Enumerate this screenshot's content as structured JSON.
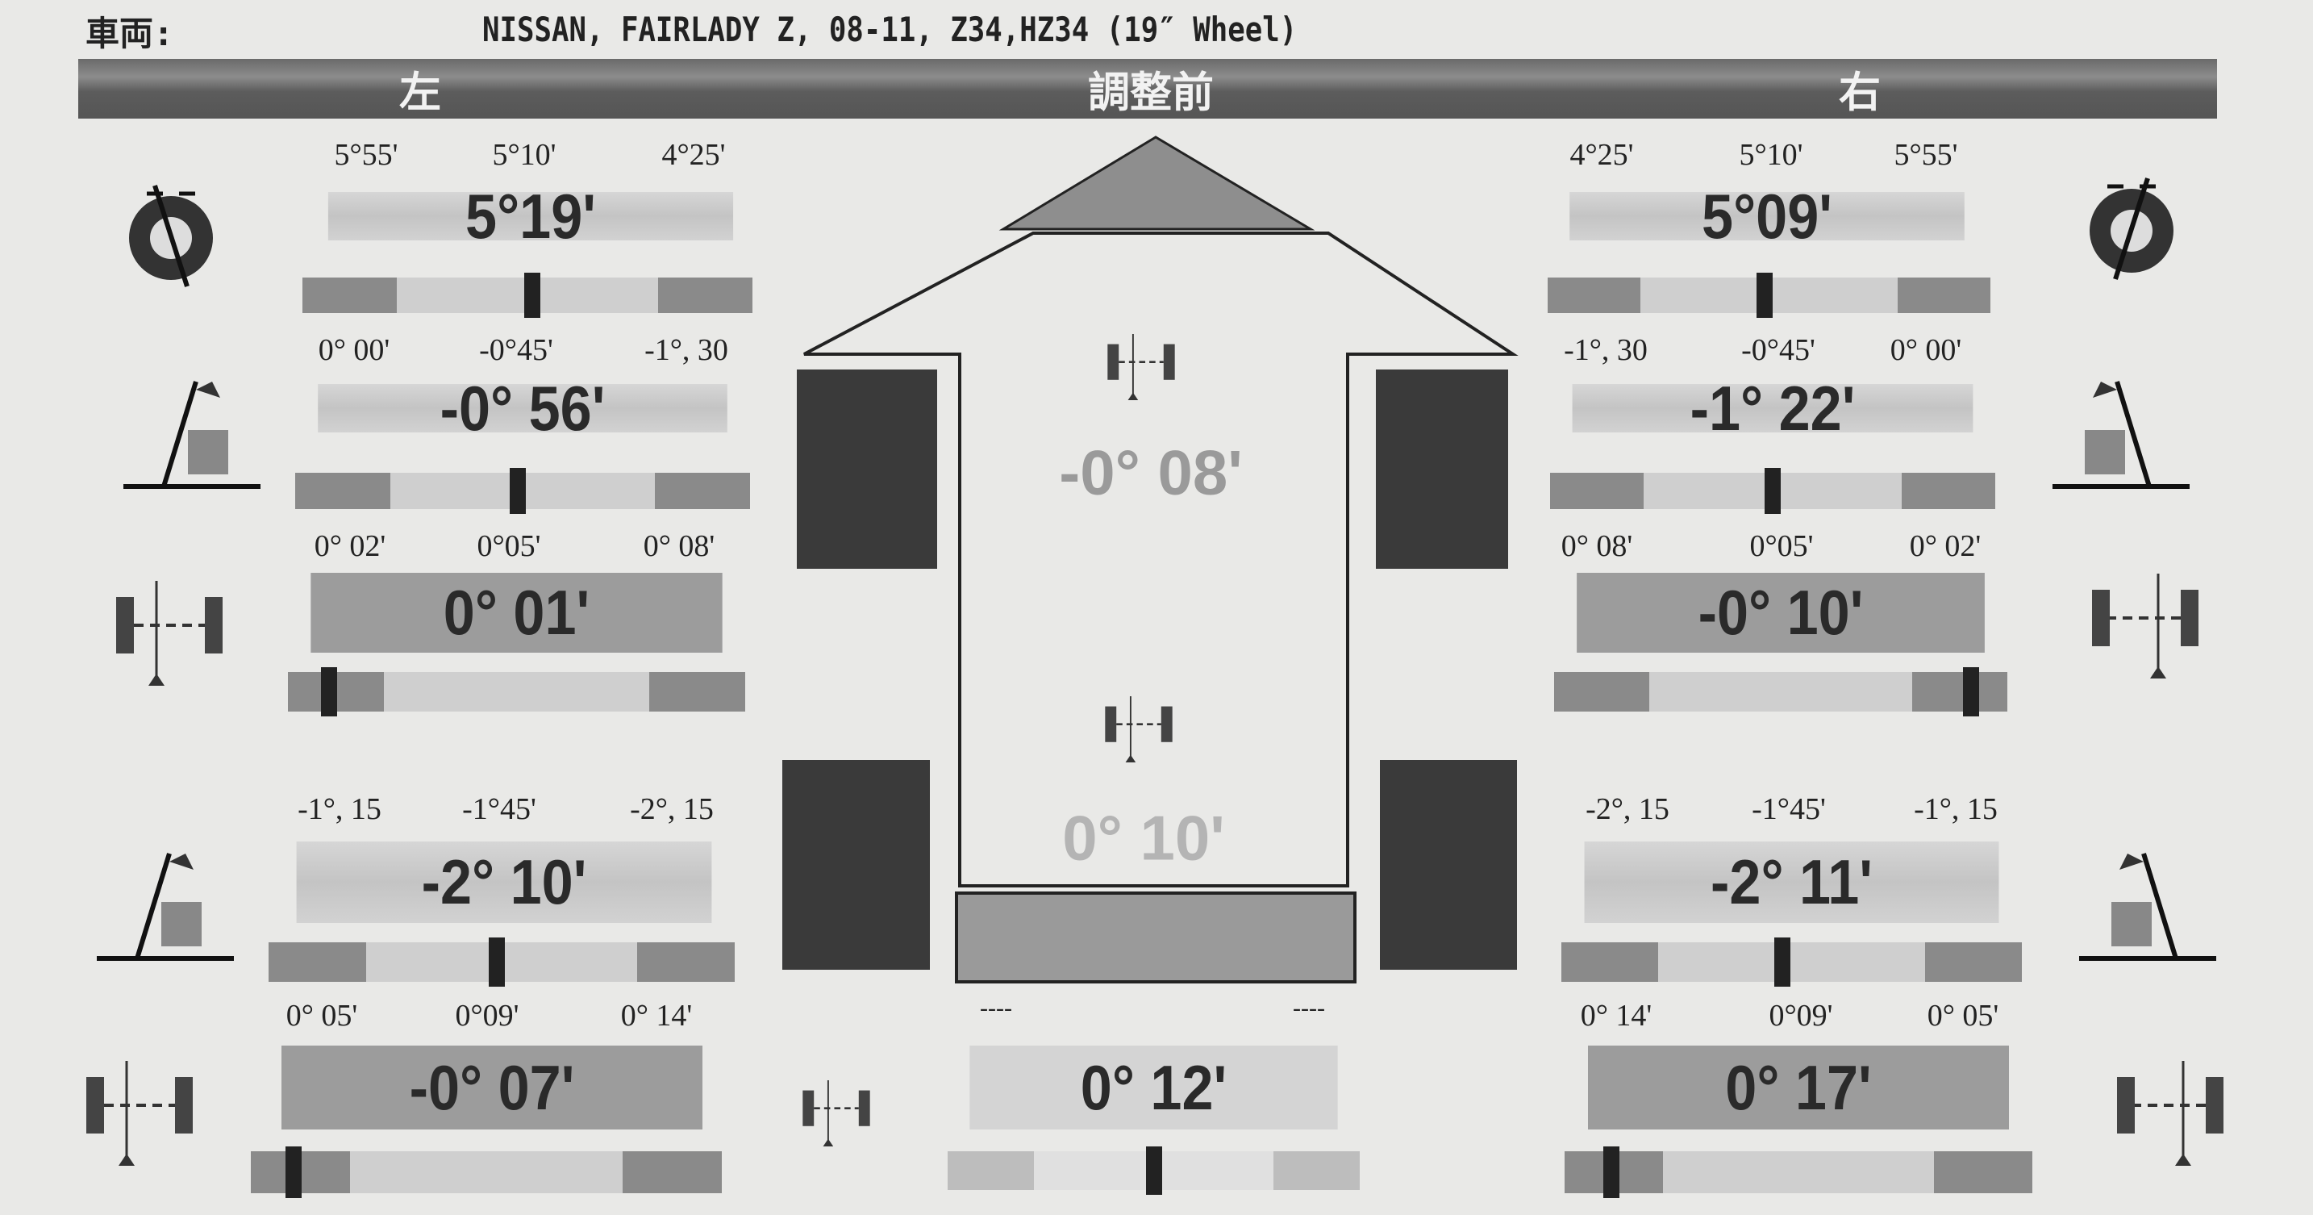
{
  "header": {
    "vehicle_label": "車両:",
    "vehicle": "NISSAN, FAIRLADY Z, 08-11, Z34,HZ34 (19″ Wheel)"
  },
  "band": {
    "left": "左",
    "title": "調整前",
    "right": "右"
  },
  "left": [
    {
      "name": "caster",
      "labels": [
        "5°55'",
        "5°10'",
        "4°25'"
      ],
      "value": "5°19'",
      "marker": 0.51
    },
    {
      "name": "camber",
      "labels": [
        "0° 00'",
        "-0°45'",
        "-1°, 30"
      ],
      "value": "-0°  56'",
      "marker": 0.49
    },
    {
      "name": "toe",
      "labels": [
        "0° 02'",
        "0°05'",
        "0° 08'"
      ],
      "value": "0°  01'",
      "marker": 0.09
    },
    {
      "name": "rear-camber",
      "labels": [
        "-1°, 15",
        "-1°45'",
        "-2°, 15"
      ],
      "value": "-2°  10'",
      "marker": 0.49
    },
    {
      "name": "rear-toe",
      "labels": [
        "0° 05'",
        "0°09'",
        "0° 14'"
      ],
      "value": "-0°  07'",
      "marker": 0.09
    }
  ],
  "right": [
    {
      "name": "caster",
      "labels": [
        "4°25'",
        "5°10'",
        "5°55'"
      ],
      "value": "5°09'",
      "marker": 0.49
    },
    {
      "name": "camber",
      "labels": [
        "-1°, 30",
        "-0°45'",
        "0° 00'"
      ],
      "value": "-1°  22'",
      "marker": 0.5
    },
    {
      "name": "toe",
      "labels": [
        "0° 08'",
        "0°05'",
        "0° 02'"
      ],
      "value": "-0°  10'",
      "marker": 0.92
    },
    {
      "name": "rear-camber",
      "labels": [
        "-2°, 15",
        "-1°45'",
        "-1°, 15"
      ],
      "value": "-2°  11'",
      "marker": 0.48
    },
    {
      "name": "rear-toe",
      "labels": [
        "0° 14'",
        "0°09'",
        "0° 05'"
      ],
      "value": "0°  17'",
      "marker": 0.1
    }
  ],
  "center": {
    "front_total_toe": "-0°  08'",
    "rear_total_toe": "0°  10'",
    "thrust_value": "0°  12'",
    "thrust_marker": 0.5,
    "dash_left": "----",
    "dash_right": "----"
  }
}
